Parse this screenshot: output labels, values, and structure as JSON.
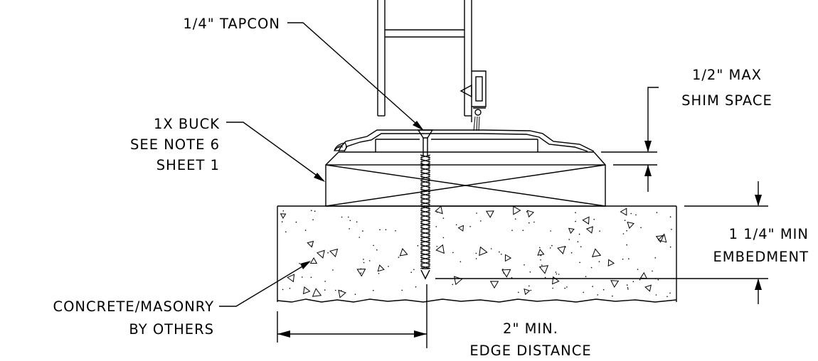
{
  "labels": {
    "tapcon": "1/4\" TAPCON",
    "shim_line1": "1/2\" MAX",
    "shim_line2": "SHIM SPACE",
    "buck_line1": "1X BUCK",
    "buck_line2": "SEE NOTE 6",
    "buck_line3": "SHEET 1",
    "embed_line1": "1 1/4\" MIN",
    "embed_line2": "EMBEDMENT",
    "concrete_line1": "CONCRETE/MASONRY",
    "concrete_line2": "BY OTHERS",
    "edge_line1": "2\" MIN.",
    "edge_line2": "EDGE DISTANCE"
  },
  "colors": {
    "line": "#000000",
    "background": "#ffffff"
  }
}
